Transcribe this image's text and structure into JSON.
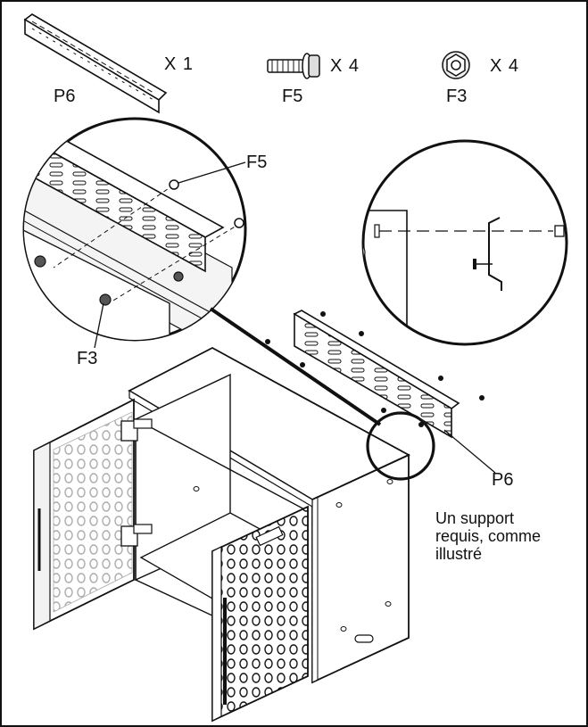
{
  "parts": [
    {
      "id": "P6",
      "qty": "X 1"
    },
    {
      "id": "F5",
      "qty": "X 4"
    },
    {
      "id": "F3",
      "qty": "X 4"
    }
  ],
  "callouts": {
    "zoom_bolt": "F5",
    "zoom_nut": "F3",
    "rail": "P6"
  },
  "note_lines": [
    "Un support",
    "requis, comme",
    "illustré"
  ],
  "colors": {
    "line": "#111111",
    "background": "#ffffff",
    "panel_shade": "#f2f2f2"
  }
}
